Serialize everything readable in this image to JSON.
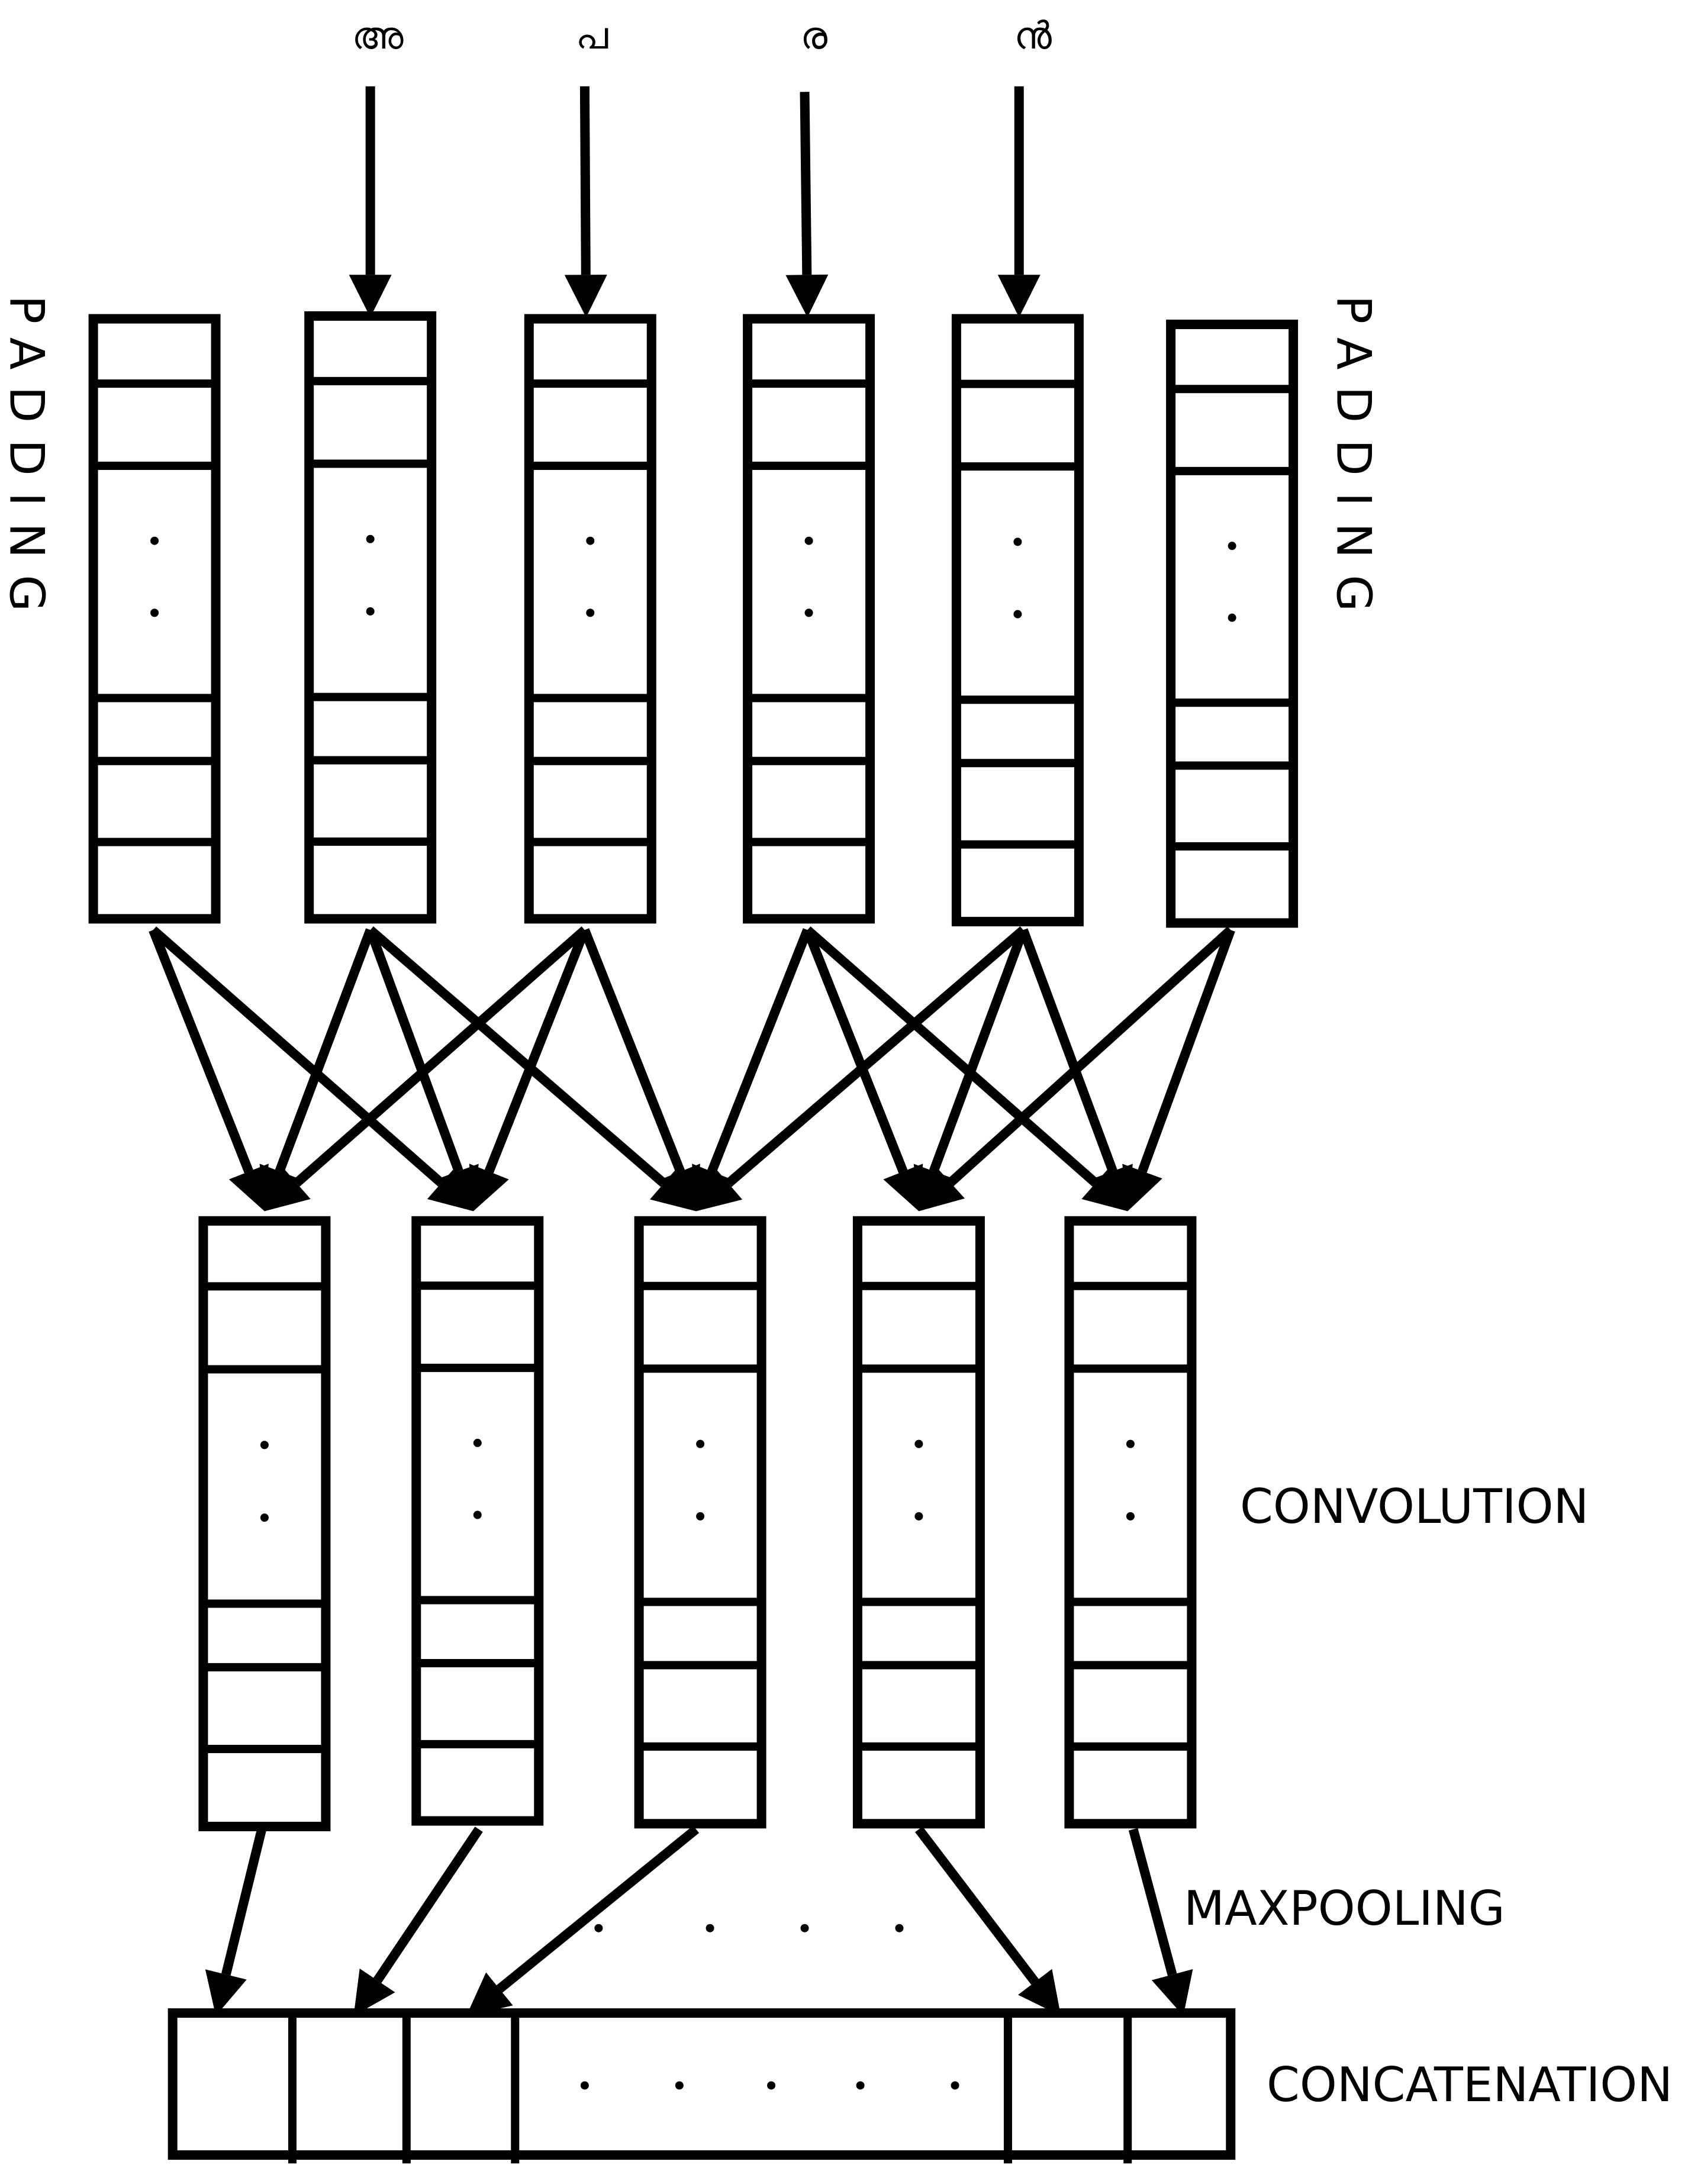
{
  "input_characters": [
    "അ",
    "പ",
    "ര",
    "ൻ"
  ],
  "labels": {
    "padding": "PADDING",
    "convolution": "CONVOLUTION",
    "maxpooling": "MAXPOOLING",
    "concatenation": "CONCATENATION"
  },
  "colors": {
    "stroke": "#000000",
    "background": "#ffffff"
  }
}
